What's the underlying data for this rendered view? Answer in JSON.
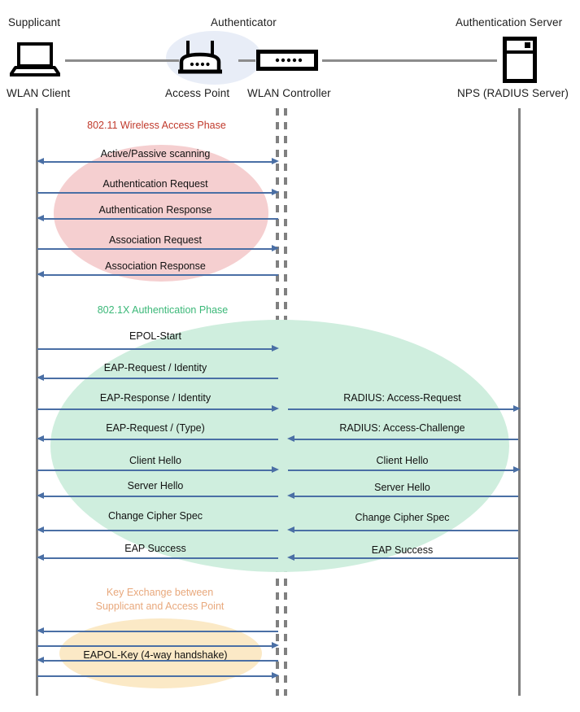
{
  "diagram": {
    "title": "802.1X Wireless Authentication Sequence",
    "colors": {
      "arrow": "#4a6fa5",
      "lifeline": "#7f7f7f",
      "authenticator_blob": "#e8edf7",
      "phase1_blob": "#f5cfd0",
      "phase1_text": "#c0392b",
      "phase2_blob": "#cfeede",
      "phase2_text": "#3bb878",
      "phase3_blob": "#fbe9c6",
      "phase3_text": "#e8a87c"
    }
  },
  "actors": [
    {
      "role": "Supplicant",
      "name": "WLAN Client",
      "icon": "laptop-icon"
    },
    {
      "role": "Authenticator",
      "name": "Access Point",
      "icon": "access-point-icon"
    },
    {
      "role": "",
      "name": "WLAN Controller",
      "icon": "wlan-controller-icon"
    },
    {
      "role": "Authentication Server",
      "name": "NPS (RADIUS Server)",
      "icon": "server-icon"
    }
  ],
  "phases": [
    {
      "id": "phase-80211",
      "caption": "802.11 Wireless Access Phase",
      "messages": [
        {
          "label": "Active/Passive scanning",
          "direction": "both",
          "side": "left"
        },
        {
          "label": "Authentication Request",
          "direction": "right",
          "side": "left"
        },
        {
          "label": "Authentication Response",
          "direction": "left",
          "side": "left"
        },
        {
          "label": "Association Request",
          "direction": "right",
          "side": "left"
        },
        {
          "label": "Association Response",
          "direction": "left",
          "side": "left"
        }
      ]
    },
    {
      "id": "phase-8021x",
      "caption": "802.1X Authentication Phase",
      "messages": [
        {
          "label": "EPOL-Start",
          "direction": "right",
          "side": "left"
        },
        {
          "label": "EAP-Request / Identity",
          "direction": "left",
          "side": "left"
        },
        {
          "label": "EAP-Response / Identity",
          "direction": "right",
          "side": "left"
        },
        {
          "label": "EAP-Request / (Type)",
          "direction": "left",
          "side": "left"
        },
        {
          "label": "Client Hello",
          "direction": "right",
          "side": "left"
        },
        {
          "label": "Server Hello",
          "direction": "left",
          "side": "left"
        },
        {
          "label": "Change Cipher Spec",
          "direction": "left",
          "side": "left"
        },
        {
          "label": "EAP Success",
          "direction": "left",
          "side": "left"
        },
        {
          "label": "RADIUS: Access-Request",
          "direction": "right",
          "side": "right"
        },
        {
          "label": "RADIUS: Access-Challenge",
          "direction": "left",
          "side": "right"
        },
        {
          "label": "Client Hello",
          "direction": "right",
          "side": "right"
        },
        {
          "label": "Server Hello",
          "direction": "left",
          "side": "right"
        },
        {
          "label": "Change Cipher Spec",
          "direction": "left",
          "side": "right"
        },
        {
          "label": "EAP Success",
          "direction": "left",
          "side": "right"
        }
      ]
    },
    {
      "id": "phase-keyexchange",
      "caption": "Key Exchange between\nSupplicant and Access Point",
      "messages": [
        {
          "label": "",
          "direction": "left",
          "side": "left"
        },
        {
          "label": "",
          "direction": "right",
          "side": "left"
        },
        {
          "label": "EAPOL-Key (4-way handshake)",
          "direction": "left",
          "side": "left"
        },
        {
          "label": "",
          "direction": "right",
          "side": "left"
        }
      ]
    }
  ],
  "labels": {
    "phase1_caption": "802.11 Wireless Access Phase",
    "phase2_caption": "802.1X Authentication Phase",
    "phase3_caption_line1": "Key Exchange between",
    "phase3_caption_line2": "Supplicant and Access Point",
    "m_scanning": "Active/Passive scanning",
    "m_auth_req": "Authentication Request",
    "m_auth_resp": "Authentication Response",
    "m_assoc_req": "Association Request",
    "m_assoc_resp": "Association Response",
    "m_eapol_start": "EPOL-Start",
    "m_eap_req_id": "EAP-Request / Identity",
    "m_eap_resp_id": "EAP-Response / Identity",
    "m_eap_req_type": "EAP-Request / (Type)",
    "m_client_hello_l": "Client Hello",
    "m_server_hello_l": "Server Hello",
    "m_ccs_l": "Change Cipher Spec",
    "m_eap_success_l": "EAP Success",
    "m_radius_access_request": "RADIUS: Access-Request",
    "m_radius_access_challenge": "RADIUS: Access-Challenge",
    "m_client_hello_r": "Client Hello",
    "m_server_hello_r": "Server Hello",
    "m_ccs_r": "Change Cipher Spec",
    "m_eap_success_r": "EAP Success",
    "m_eapol_key": "EAPOL-Key (4-way handshake)",
    "a_supplicant": "Supplicant",
    "a_wlan_client": "WLAN Client",
    "a_authenticator": "Authenticator",
    "a_access_point": "Access Point",
    "a_wlan_controller": "WLAN Controller",
    "a_auth_server": "Authentication Server",
    "a_nps": "NPS (RADIUS Server)"
  }
}
